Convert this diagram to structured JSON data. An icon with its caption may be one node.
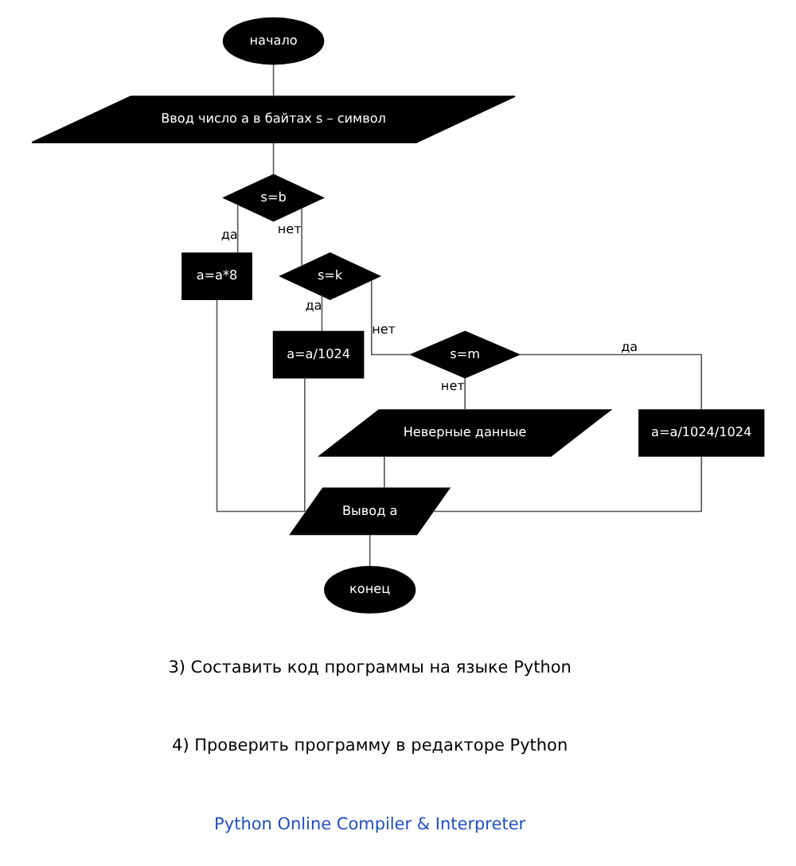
{
  "diagram": {
    "nodes": [
      {
        "text": [
          "начало"
        ]
      },
      {
        "text": [
          "Ввод число a в байтах s – символ"
        ]
      },
      {
        "text": [
          "s=b"
        ]
      },
      {
        "text": [
          "a=a*8"
        ]
      },
      {
        "text": [
          "s=k"
        ]
      },
      {
        "text": [
          "a=a/1024"
        ]
      },
      {
        "text": [
          "s=m"
        ]
      },
      {
        "text": [
          "Неверные данные"
        ]
      },
      {
        "text": [
          "a=a/1024/1024"
        ]
      },
      {
        "text": [
          "Вывод a"
        ]
      },
      {
        "text": [
          "конец"
        ]
      }
    ],
    "edges": [
      {
        "from": 0,
        "to": 1,
        "arrow": "none"
      },
      {
        "from": 1,
        "to": 2,
        "arrow": "none"
      },
      {
        "from": 2,
        "to": 4,
        "label": "нет",
        "arrow": "none"
      },
      {
        "from": 2,
        "to": 3,
        "label": "да",
        "arrow": "none"
      },
      {
        "from": 4,
        "to": 6,
        "label": "нет",
        "arrow": "none"
      },
      {
        "from": 4,
        "to": 5,
        "label": "да",
        "arrow": "none"
      },
      {
        "from": 6,
        "to": 7,
        "label": "нет",
        "arrow": "none"
      },
      {
        "from": 6,
        "to": 8,
        "label": "да",
        "arrow": "none"
      },
      {
        "from": 7,
        "to": 9,
        "arrow": "none"
      },
      {
        "from": 8,
        "to": 9,
        "arrow": "none"
      },
      {
        "from": 5,
        "to": 9,
        "arrow": "none"
      },
      {
        "from": 3,
        "to": 9,
        "arrow": "none"
      },
      {
        "from": 9,
        "to": 10,
        "arrow": "none"
      }
    ],
    "labels": [
      "3) Составить код программы на языке Python",
      "4) Проверить программу в редакторе Python",
      "Python Online Compiler & Interpreter"
    ]
  }
}
